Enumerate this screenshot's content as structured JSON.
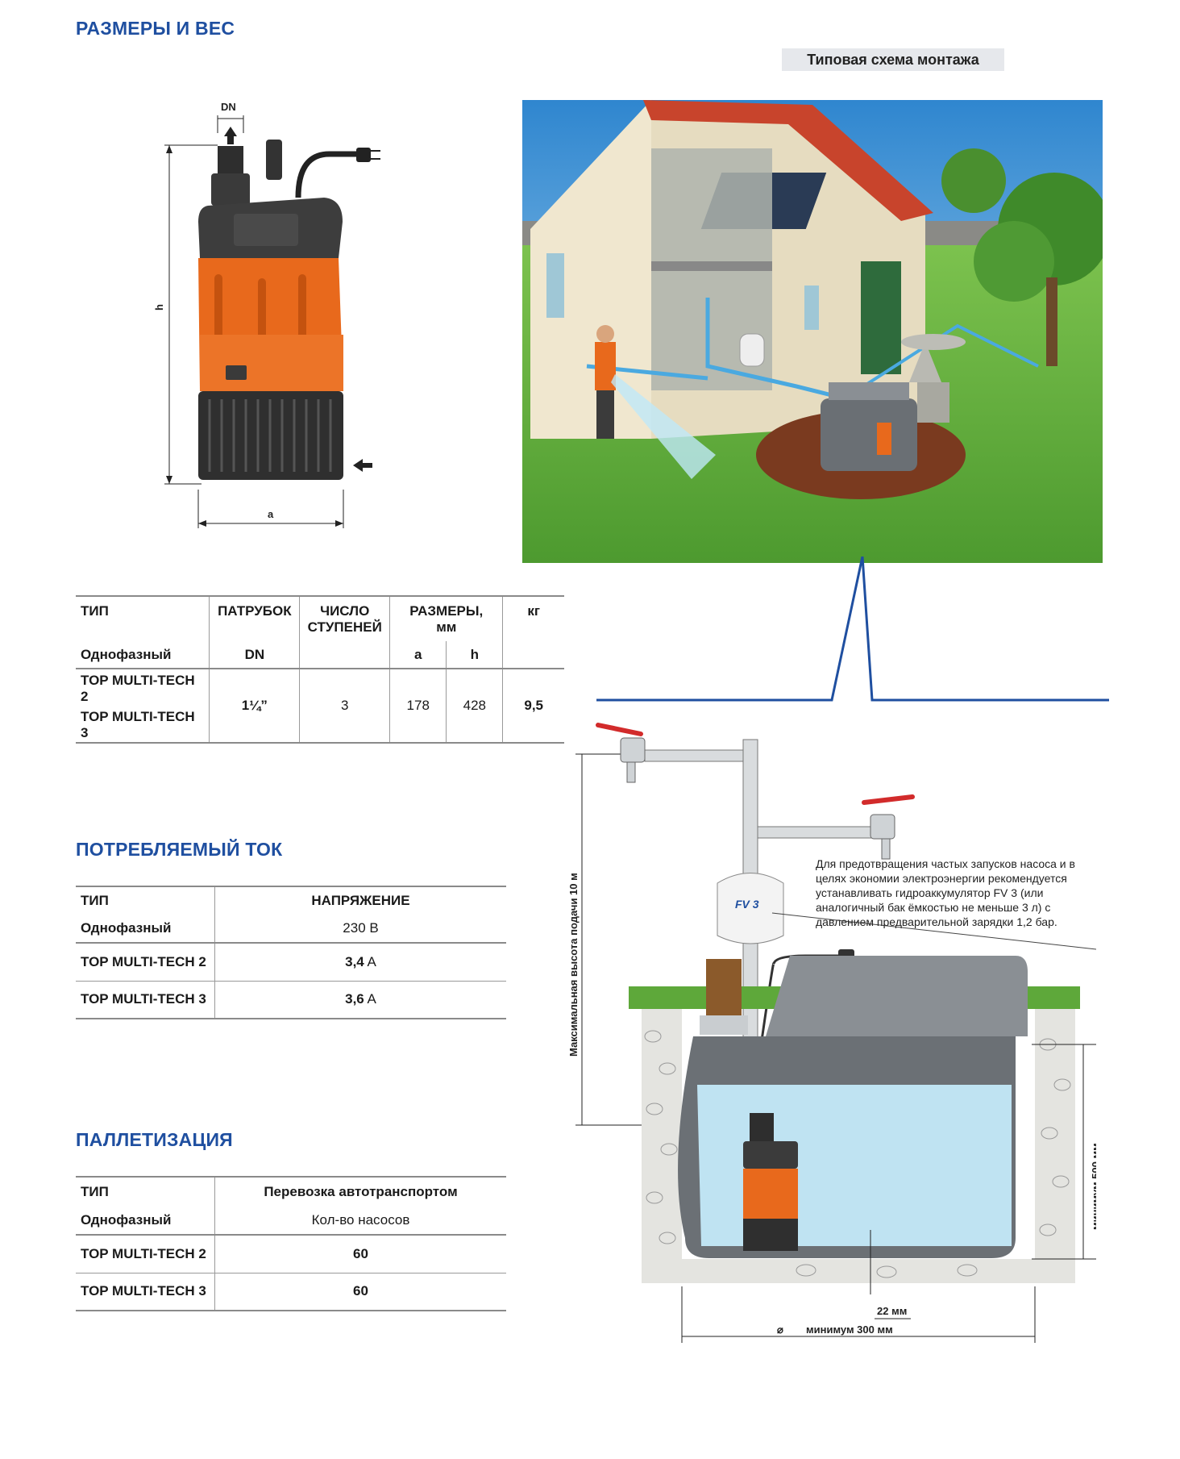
{
  "sections": {
    "dimensions_title": "РАЗМЕРЫ И ВЕС",
    "current_title": "ПОТРЕБЛЯЕМЫЙ ТОК",
    "pallet_title": "ПАЛЛЕТИЗАЦИЯ",
    "install_label": "Типовая схема монтажа"
  },
  "pump_drawing": {
    "dn": "DN",
    "h": "h",
    "a": "a"
  },
  "dim_table": {
    "col_type": "ТИП",
    "col_type_sub": "Однофазный",
    "col_outlet": "ПАТРУБОК",
    "col_outlet_sub": "DN",
    "col_stages_1": "ЧИСЛО",
    "col_stages_2": "СТУПЕНЕЙ",
    "col_size_1": "РАЗМЕРЫ,",
    "col_size_2": "мм",
    "col_a": "a",
    "col_h": "h",
    "col_kg": "кг",
    "rows": [
      {
        "model": "TOP MULTI-TECH 2"
      },
      {
        "model": "TOP MULTI-TECH 3"
      }
    ],
    "outlet": "1¼”",
    "stages": "3",
    "a": "178",
    "h": "428",
    "kg": "9,5"
  },
  "current_table": {
    "col_type": "ТИП",
    "col_voltage": "НАПРЯЖЕНИЕ",
    "sub_type": "Однофазный",
    "sub_voltage": "230 В",
    "rows": [
      {
        "model": "TOP MULTI-TECH 2",
        "value": "3,4",
        "unit": " A"
      },
      {
        "model": "TOP MULTI-TECH 3",
        "value": "3,6",
        "unit": " A"
      }
    ]
  },
  "pallet_table": {
    "col_type": "ТИП",
    "col_transport": "Перевозка автотранспортом",
    "sub_type": "Однофазный",
    "sub_qty": "Кол-во насосов",
    "rows": [
      {
        "model": "TOP MULTI-TECH 2",
        "qty": "60"
      },
      {
        "model": "TOP MULTI-TECH 3",
        "qty": "60"
      }
    ]
  },
  "diagram": {
    "max_height": "Максимальная высота подачи 10 м",
    "min_500": "минимум 500 мм",
    "mm22": "22 мм",
    "diameter_symbol": "⌀",
    "min_300": "минимум 300 мм",
    "tank_label": "FV 3",
    "note": "Для предотвращения частых запусков насоса и в целях экономии электроэнергии рекомендуется устанавливать гидроаккумулятор FV 3 (или аналогичный бак ёмкостью не меньше 3 л) с давлением предварительной зарядки 1,2 бар."
  },
  "colors": {
    "heading_blue": "#1f4fa0",
    "pump_orange": "#e8691c",
    "pump_dark": "#3b3b3b",
    "water": "#bfe3f2",
    "grass": "#5ea83a",
    "roof": "#c8442c"
  }
}
